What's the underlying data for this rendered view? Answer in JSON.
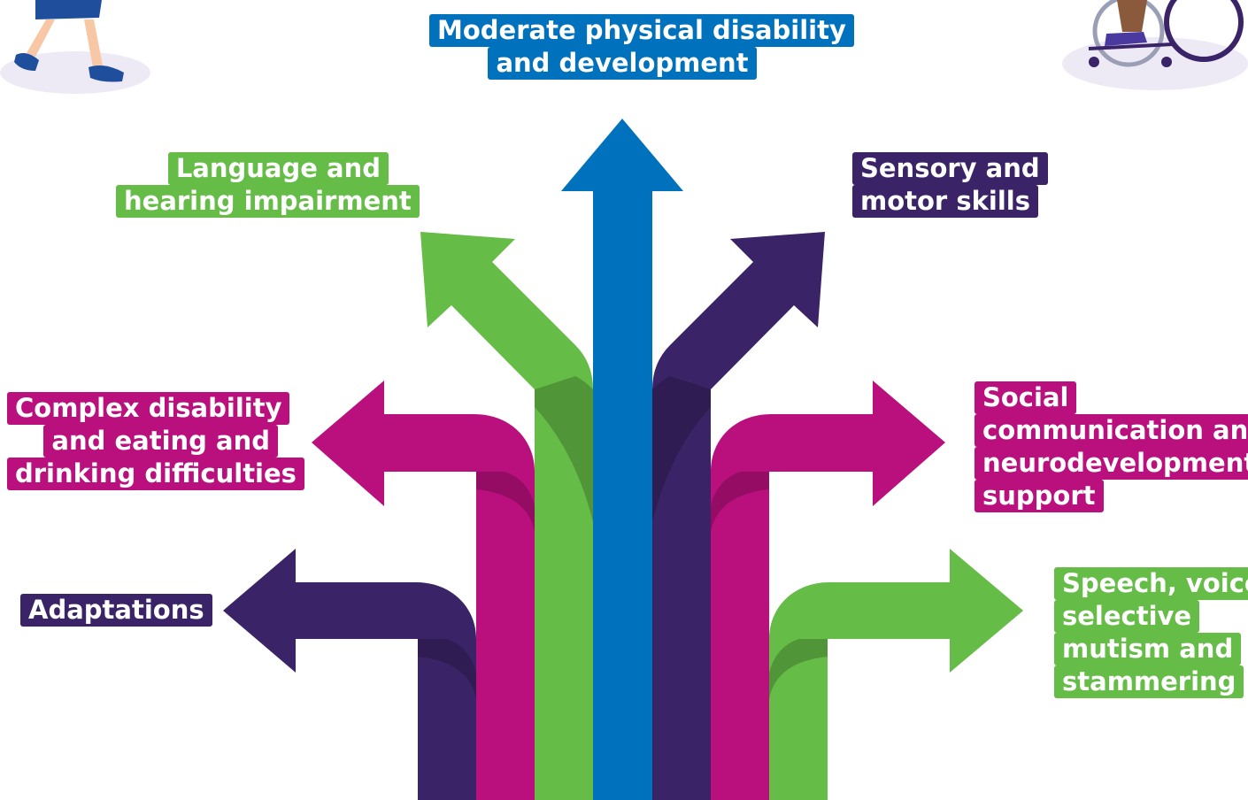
{
  "colors": {
    "blue": "#0071BC",
    "green": "#65BC46",
    "purple": "#3A2467",
    "magenta": "#B9107D",
    "navy": "#1F4E9C",
    "lavender": "#EDEAF6"
  },
  "labels": {
    "top": {
      "lines": [
        "Moderate physical disability",
        "and development"
      ]
    },
    "upper_left": {
      "lines": [
        "Language and",
        "hearing impairment"
      ]
    },
    "upper_right": {
      "lines": [
        "Sensory and",
        "motor skills"
      ]
    },
    "mid_left": {
      "lines": [
        "Complex disability",
        "and eating and",
        "drinking difficulties"
      ]
    },
    "mid_right": {
      "lines": [
        "Social",
        "communication and",
        "neurodevelopment",
        "support"
      ]
    },
    "low_left": {
      "lines": [
        "Adaptations"
      ]
    },
    "low_right": {
      "lines": [
        "Speech, voice,",
        "selective",
        "mutism and",
        "stammering"
      ]
    }
  },
  "illustrations": {
    "left": "walking-child-illustration",
    "right": "wheelchair-user-illustration"
  }
}
